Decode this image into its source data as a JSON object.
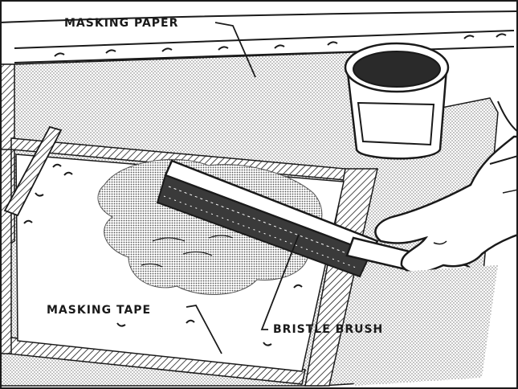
{
  "labels": {
    "masking_paper": "MASKING PAPER",
    "masking_tape": "MASKING TAPE",
    "bristle_brush": "BRISTLE BRUSH"
  },
  "icons": [
    "paint-can-icon",
    "bristle-brush-icon",
    "hand-icon",
    "paint-stirrer-icon"
  ],
  "colors": {
    "ink": "#1a1a1a",
    "paper": "#ffffff",
    "stipple": "#6b6b6b"
  }
}
